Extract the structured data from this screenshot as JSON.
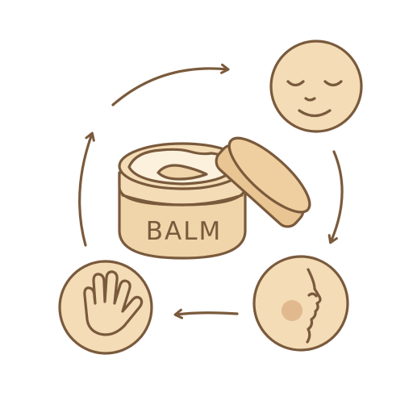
{
  "jar": {
    "label": "BALM"
  },
  "colors": {
    "outline": "#7a5a3c",
    "tan_fill": "#f3dcb6",
    "jar_body": "#f0d5ab",
    "lid_fill": "#efcf9f",
    "cream_fill": "#fbf1dd",
    "cheek_blush": "#e2b98e",
    "background": "#ffffff"
  },
  "cycle": {
    "nodes": [
      {
        "name": "calm-face",
        "icon": "smiling-face-closed-eyes-icon"
      },
      {
        "name": "face-profile",
        "icon": "face-profile-with-cheek-icon"
      },
      {
        "name": "open-hand",
        "icon": "open-hand-icon"
      }
    ],
    "direction": "clockwise"
  }
}
